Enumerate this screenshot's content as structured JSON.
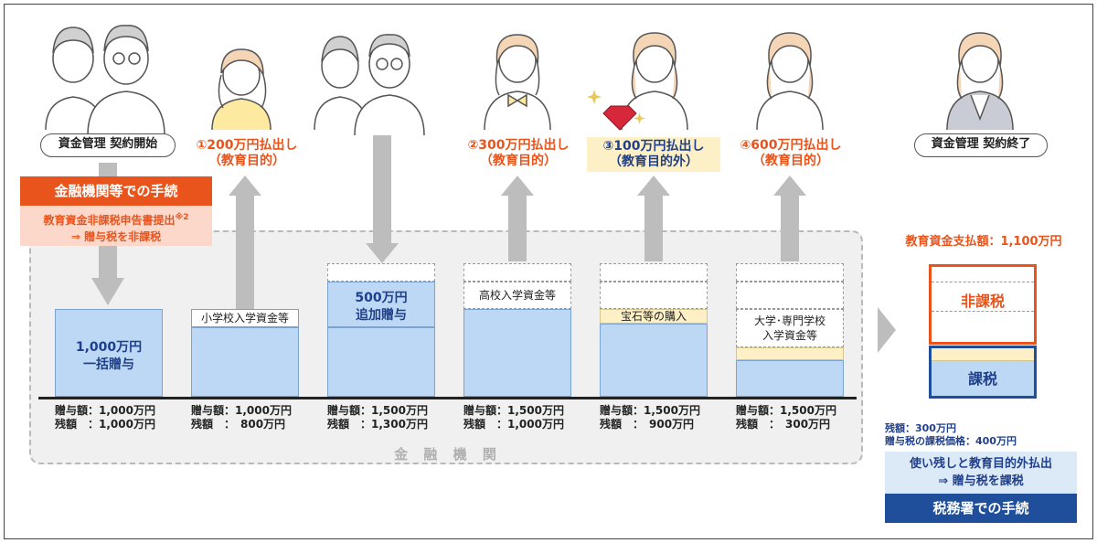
{
  "stages": [
    {
      "pill": "資金管理 契約開始"
    },
    {
      "label": "①200万円払出し",
      "sub": "（教育目的）"
    },
    {},
    {
      "label": "②300万円払出し",
      "sub": "（教育目的）"
    },
    {
      "label": "③100万円払出し",
      "sub": "（教育目的外）"
    },
    {
      "label": "④600万円払出し",
      "sub": "（教育目的）"
    },
    {
      "pill": "資金管理 契約終了"
    }
  ],
  "procedure": {
    "title": "金融機関等での手続",
    "line1": "教育資金非課税申告書提出",
    "note": "※2",
    "line2": "⇒ 贈与税を非課税"
  },
  "bank_label": "金 融 機 関",
  "columns": [
    {
      "text_a": "1,000万円",
      "text_b": "一括贈与",
      "gift": "贈与額：1,000万円",
      "balance": "残額　：1,000万円"
    },
    {
      "text_a": "小学校入学資金等",
      "gift": "贈与額：1,000万円",
      "balance": "残額　：　800万円"
    },
    {
      "text_a": "500万円",
      "text_b": "追加贈与",
      "gift": "贈与額：1,500万円",
      "balance": "残額　：1,300万円"
    },
    {
      "text_a": "高校入学資金等",
      "gift": "贈与額：1,500万円",
      "balance": "残額　：1,000万円"
    },
    {
      "text_a": "宝石等の購入",
      "gift": "贈与額：1,500万円",
      "balance": "残額　：　900万円"
    },
    {
      "text_a": "大学･専門学校",
      "text_b": "入学資金等",
      "gift": "贈与額：1,500万円",
      "balance": "残額　：　300万円"
    }
  ],
  "result": {
    "total": "教育資金支払額：1,100万円",
    "nontax": "非課税",
    "tax": "課税",
    "balance": "残額：300万円",
    "taxable_value": "贈与税の課税価格：400万円",
    "note1": "使い残しと教育目的外払出",
    "note2": "⇒ 贈与税を課税",
    "office": "税務署での手続"
  },
  "colors": {
    "orange": "#e8541c",
    "navy": "#1f3f8a",
    "blue_fill": "#bcd8f5",
    "yellow_fill": "#fdf0c6",
    "arrow": "#bdbdbd"
  }
}
